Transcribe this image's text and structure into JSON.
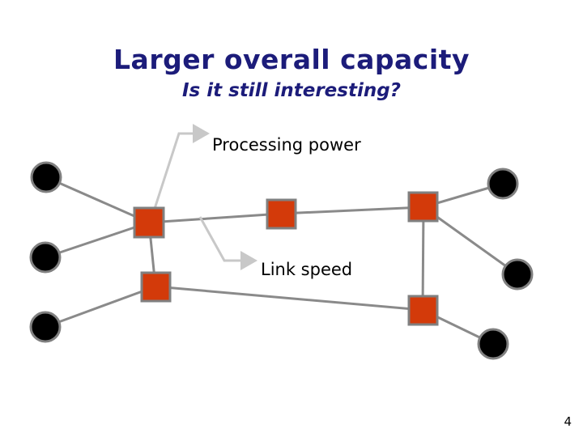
{
  "slide": {
    "title": "Larger overall capacity",
    "subtitle": "Is it still interesting?",
    "page_number": "4"
  },
  "labels": {
    "processing_power": "Processing power",
    "link_speed": "Link speed"
  },
  "colors": {
    "title": "#1c1c7a",
    "router_fill": "#d33a0a",
    "router_border": "#808080",
    "host_fill": "#000000",
    "host_border": "#808080",
    "link": "#8a8a8a",
    "callout": "#c8c8c8"
  }
}
